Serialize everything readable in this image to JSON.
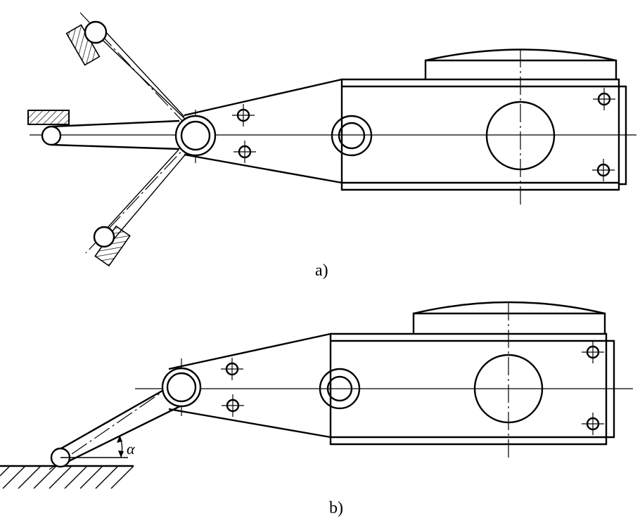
{
  "figure": {
    "subfigures": [
      {
        "id": "a",
        "label": "a)"
      },
      {
        "id": "b",
        "label": "b)"
      }
    ],
    "angle_symbol": "α",
    "line_color": "#000000",
    "background": "#ffffff"
  }
}
